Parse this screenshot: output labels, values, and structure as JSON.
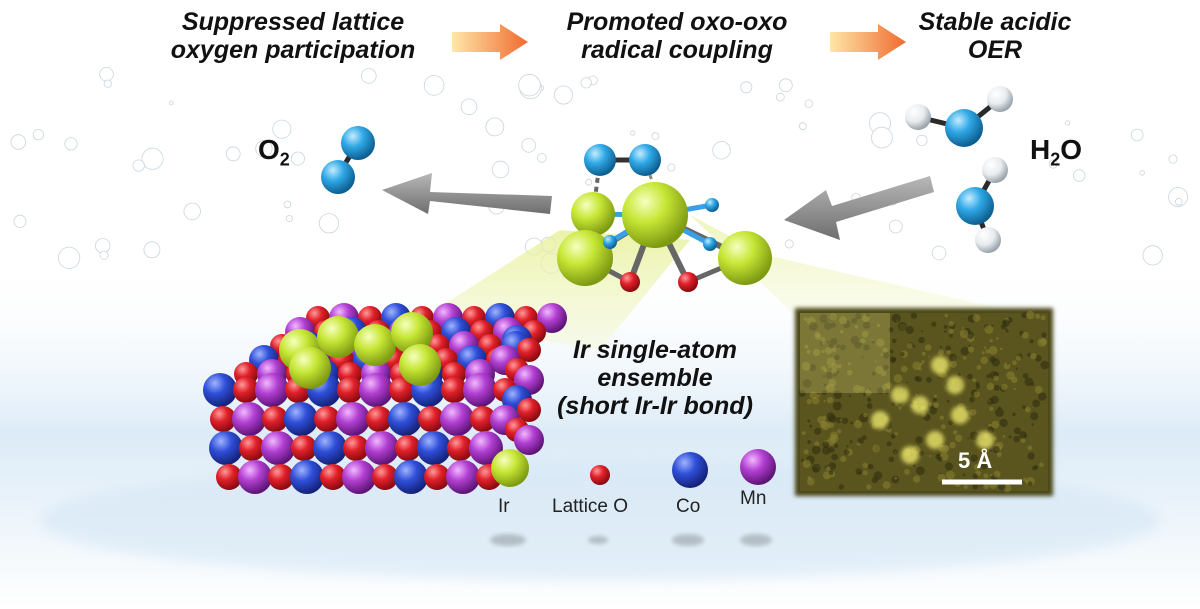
{
  "flow_steps": [
    "Suppressed lattice\noxygen participation",
    "Promoted oxo-oxo\nradical coupling",
    "Stable acidic\nOER"
  ],
  "product": {
    "main": "O",
    "sub": "2"
  },
  "reactant": {
    "main": "H",
    "sub": "2",
    "tail": "O"
  },
  "center_label": "Ir single-atom\nensemble\n(short Ir-Ir bond)",
  "legend": [
    {
      "label": "Ir",
      "color": "#c6e635"
    },
    {
      "label": "Lattice O",
      "color": "#e0202a"
    },
    {
      "label": "Co",
      "color": "#2f4fd8"
    },
    {
      "label": "Mn",
      "color": "#b23fd2"
    }
  ],
  "scale_bar": "5 Å",
  "colors": {
    "ir": "#c6e635",
    "o_lattice": "#e0202a",
    "co": "#2f4fd8",
    "mn": "#b23fd2",
    "o_adsorbed": "#2fa8e6",
    "h": "#e8ecef",
    "arrow": "#8a8a8a",
    "flow_arrow": "#f07838"
  }
}
